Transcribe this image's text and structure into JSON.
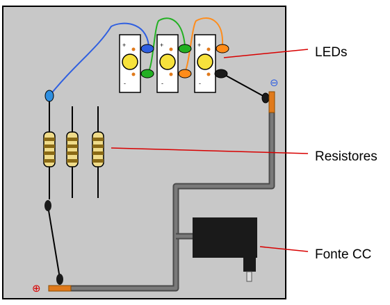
{
  "labels": {
    "leds": "LEDs",
    "resistors": "Resistores",
    "power_supply": "Fonte CC"
  },
  "terminal_symbols": {
    "negative": "⊖",
    "positive": "⊕"
  },
  "led_board_signs": {
    "plus": "+",
    "minus": "-"
  },
  "colors": {
    "board": "#c8c8c8",
    "led_blue": "#2f5fe0",
    "led_green": "#22b022",
    "led_orange": "#ff8c1a",
    "resistor_body": "#f0dc8a",
    "resistor_band": "#8a6a16",
    "terminal": "#e07a1c",
    "pointer_line": "#d80000",
    "cable": "#5f5f5f",
    "power_supply": "#1a1a1a"
  }
}
